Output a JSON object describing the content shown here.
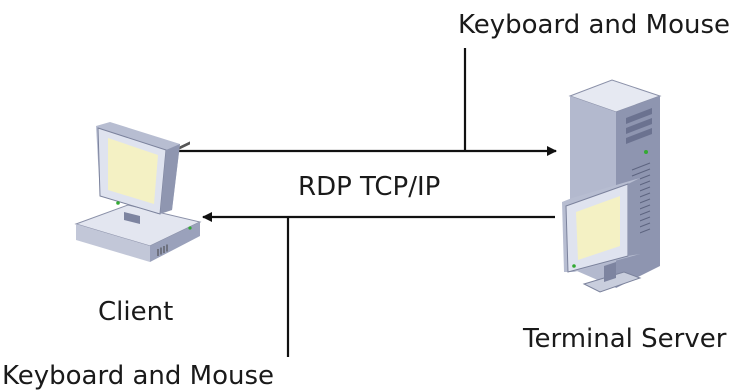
{
  "labels": {
    "input_top": "Keyboard and Mouse",
    "protocol": "RDP TCP/IP",
    "client": "Client",
    "server": "Terminal Server",
    "input_bottom": "Keyboard and Mouse"
  },
  "nodes": [
    {
      "id": "client",
      "icon": "desktop-computer-icon"
    },
    {
      "id": "server",
      "icon": "server-tower-with-monitor-icon"
    }
  ],
  "connections": [
    {
      "from": "client",
      "to": "server",
      "direction": "right",
      "input": "input_top"
    },
    {
      "from": "server",
      "to": "client",
      "direction": "left",
      "input": "input_bottom"
    }
  ],
  "colors": {
    "line": "#111111",
    "case_light": "#dfe3ef",
    "case_mid": "#aab1c8",
    "case_dark": "#6e7590",
    "screen": "#f4f1c4",
    "text": "#1a1a1a"
  }
}
